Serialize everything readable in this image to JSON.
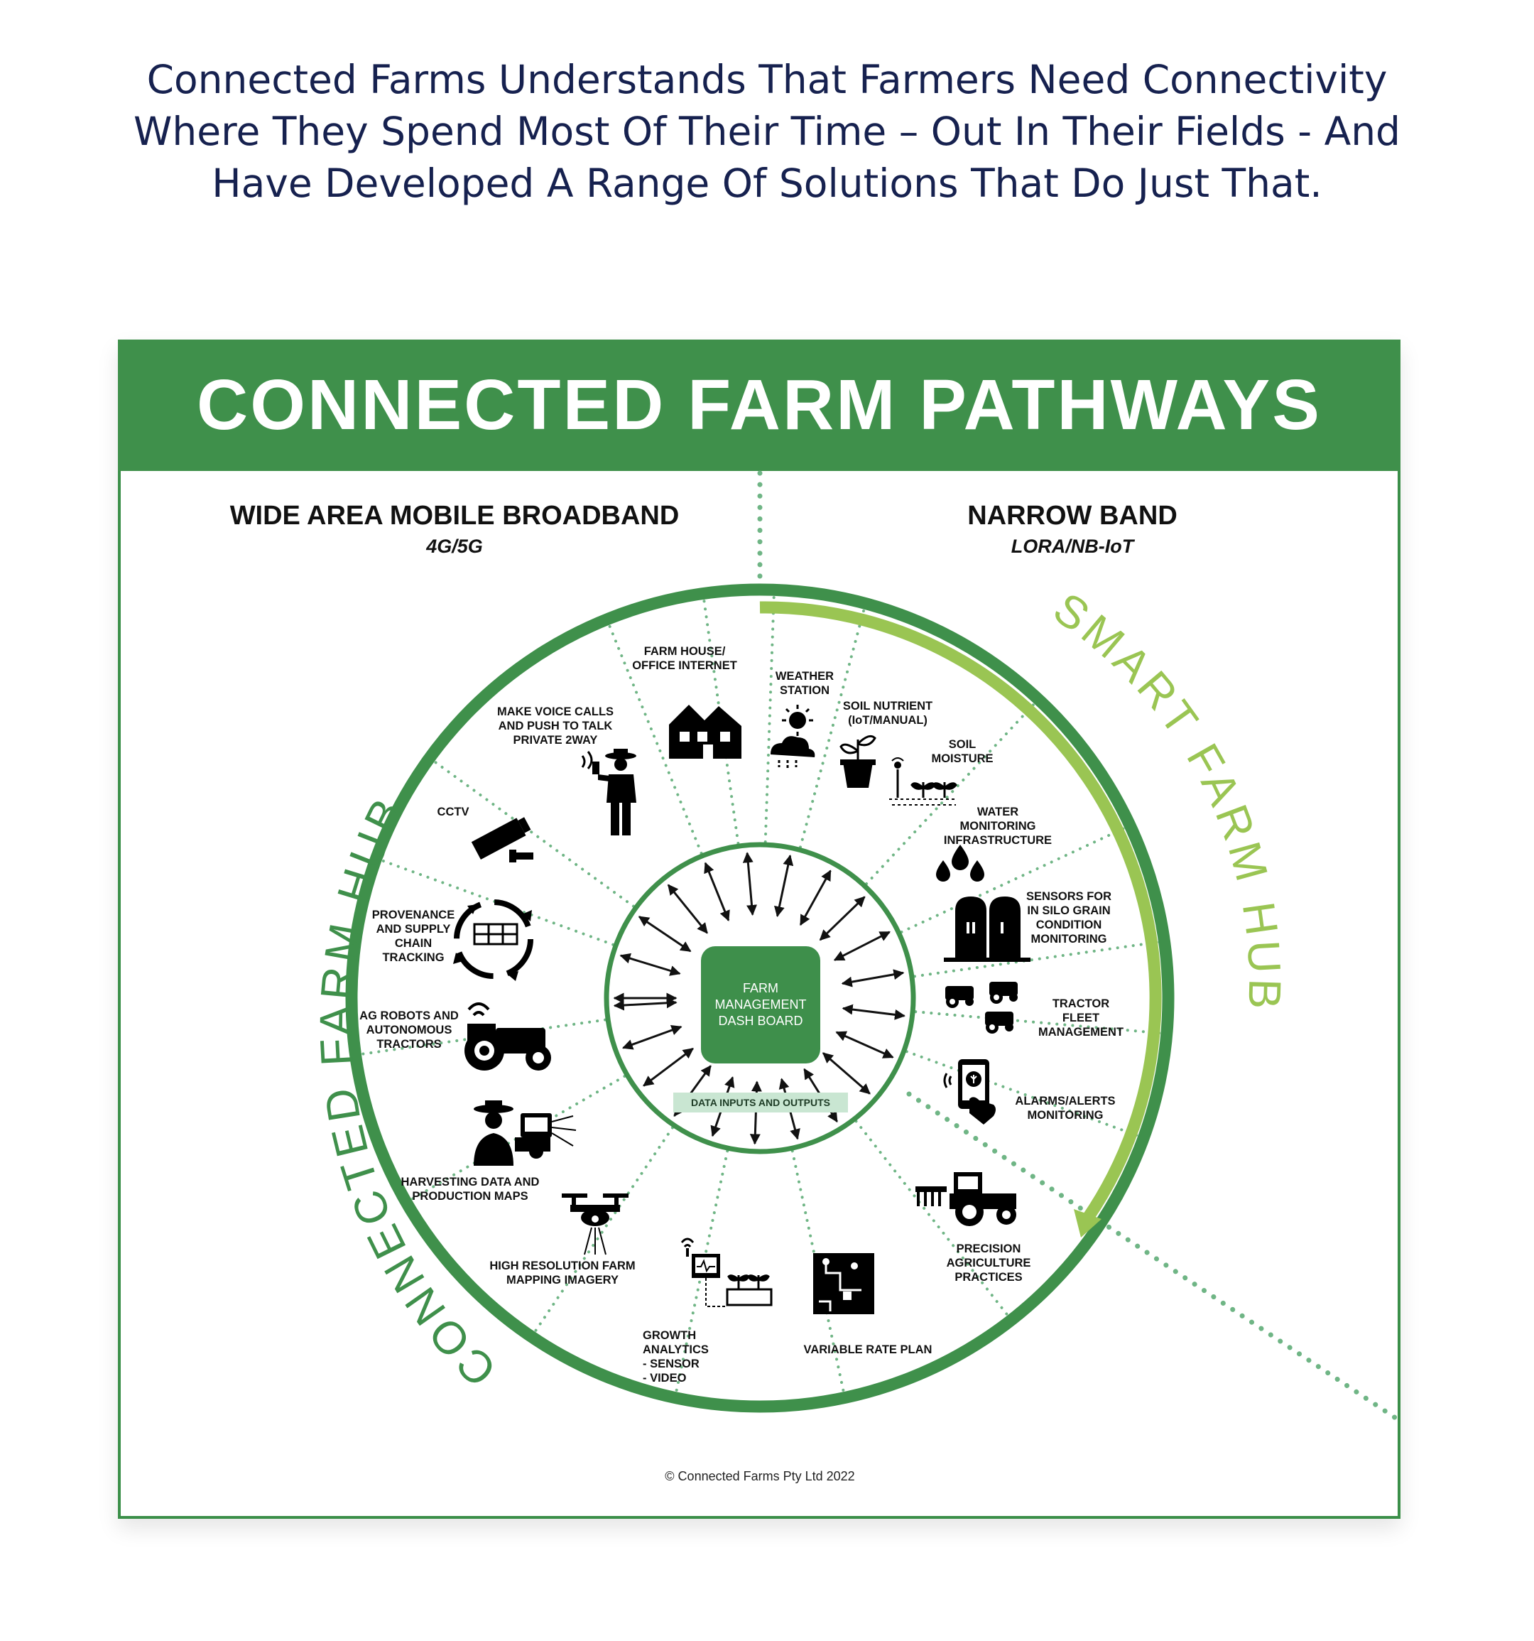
{
  "intro": {
    "line1": "Connected Farms Understands That Farmers Need Connectivity",
    "line2": "Where They Spend Most Of Their Time – Out In Their Fields - And",
    "line3": "Have Developed A Range Of Solutions That Do Just That."
  },
  "title": "CONNECTED FARM PATHWAYS",
  "left_header": {
    "title": "WIDE AREA MOBILE BROADBAND",
    "sub": "4G/5G"
  },
  "right_header": {
    "title": "NARROW BAND",
    "sub": "LORA/NB-IoT"
  },
  "arc_labels": {
    "left": "CONNECTED FARM HUB",
    "right": "SMART FARM HUB"
  },
  "center": {
    "line1": "FARM",
    "line2": "MANAGEMENT",
    "line3": "DASH BOARD",
    "data_pill": "DATA INPUTS AND OUTPUTS"
  },
  "segments": {
    "farm_house": [
      "FARM HOUSE/",
      "OFFICE INTERNET"
    ],
    "voice_calls": [
      "MAKE VOICE CALLS",
      "AND PUSH TO TALK",
      "PRIVATE 2WAY"
    ],
    "cctv": [
      "CCTV"
    ],
    "provenance": [
      "PROVENANCE",
      "AND SUPPLY",
      "CHAIN",
      "TRACKING"
    ],
    "ag_robots": [
      "AG ROBOTS AND",
      "AUTONOMOUS",
      "TRACTORS"
    ],
    "harvesting": [
      "HARVESTING DATA AND",
      "PRODUCTION MAPS"
    ],
    "mapping": [
      "HIGH RESOLUTION FARM",
      "MAPPING IMAGERY"
    ],
    "growth": [
      "GROWTH ANALYTICS",
      " - SENSOR",
      " - VIDEO"
    ],
    "variable_rate": [
      "VARIABLE RATE PLAN"
    ],
    "precision": [
      "PRECISION",
      "AGRICULTURE",
      "PRACTICES"
    ],
    "weather": [
      "WEATHER",
      "STATION"
    ],
    "soil_nutrient": [
      "SOIL NUTRIENT",
      "(IoT/MANUAL)"
    ],
    "soil_moisture": [
      "SOIL",
      "MOISTURE"
    ],
    "water": [
      "WATER",
      "MONITORING",
      "INFRASTRUCTURE"
    ],
    "silo": [
      "SENSORS FOR",
      "IN SILO GRAIN",
      "CONDITION",
      "MONITORING"
    ],
    "fleet": [
      "TRACTOR",
      "FLEET",
      "MANAGEMENT"
    ],
    "alarms": [
      "ALARMS/ALERTS",
      "MONITORING"
    ]
  },
  "copyright": "© Connected Farms Pty Ltd 2022",
  "colors": {
    "dark_green": "#3f904b",
    "light_green": "#9ac553",
    "dots": "#6fb585",
    "navy": "#16214f"
  }
}
